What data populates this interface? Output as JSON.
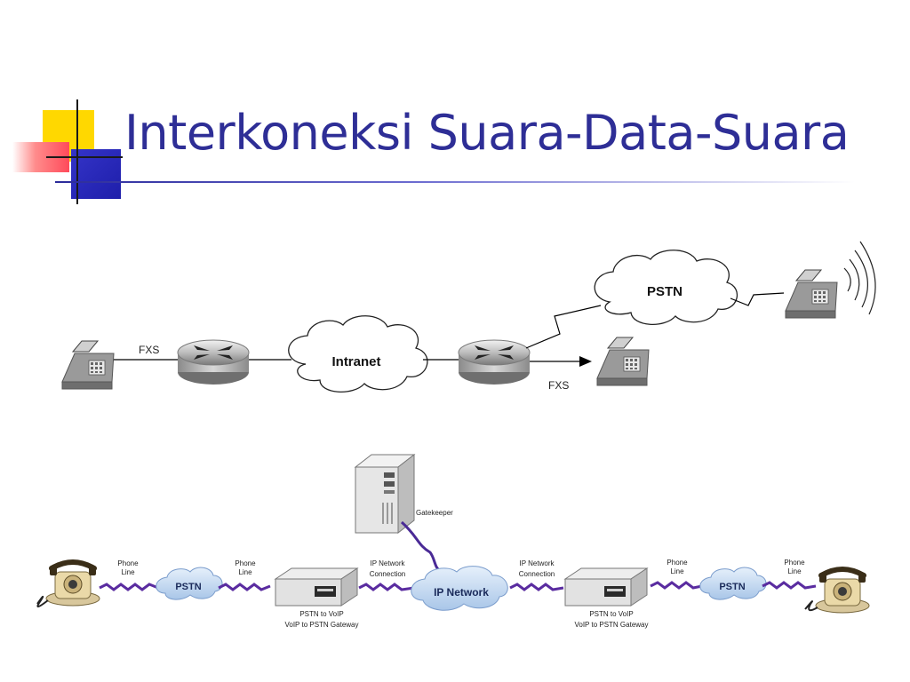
{
  "slide": {
    "title": "Interkoneksi Suara-Data-Suara"
  },
  "top_diagram": {
    "left_link_label": "FXS",
    "intranet_label": "Intranet",
    "pstn_label": "PSTN",
    "right_link_label": "FXS"
  },
  "bottom_diagram": {
    "gatekeeper_label": "Gatekeeper",
    "phone_line_1": [
      "Phone",
      "Line"
    ],
    "pstn_left_label": "PSTN",
    "phone_line_2": [
      "Phone",
      "Line"
    ],
    "gateway_left_label": [
      "PSTN to VoIP",
      "VoIP to PSTN Gateway"
    ],
    "ip_conn_left": [
      "IP Network",
      "Connection"
    ],
    "ip_network_label": "IP Network",
    "ip_conn_right": [
      "IP Network",
      "Connection"
    ],
    "gateway_right_label": [
      "PSTN to VoIP",
      "VoIP to PSTN Gateway"
    ],
    "phone_line_3": [
      "Phone",
      "Line"
    ],
    "pstn_right_label": "PSTN",
    "phone_line_4": [
      "Phone",
      "Line"
    ]
  },
  "colors": {
    "title": "#2e2e96",
    "purple_line": "#5a2ca0",
    "cloud_fill": "#c9dcf2"
  }
}
